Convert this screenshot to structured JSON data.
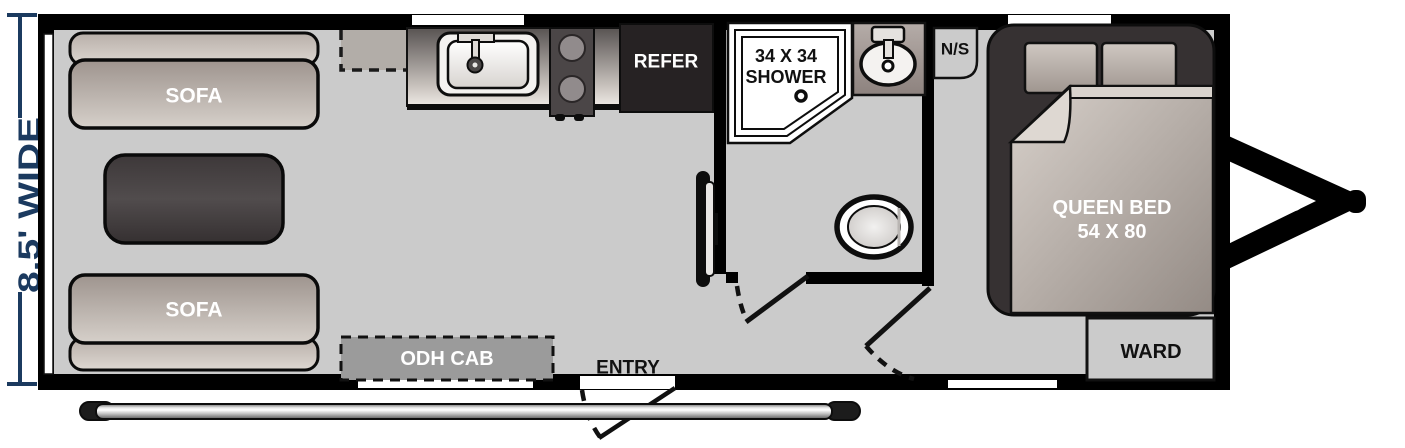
{
  "floorplan": {
    "dimension_label": "8.5' WIDE",
    "labels": {
      "sofa_front": "SOFA",
      "sofa_rear": "SOFA",
      "odh_cab": "ODH CAB",
      "entry": "ENTRY",
      "refer": "REFER",
      "shower_size": "34 X 34",
      "shower": "SHOWER",
      "nightstand": "N/S",
      "bed_line1": "QUEEN BED",
      "bed_line2": "54 X 80",
      "wardrobe": "WARD"
    },
    "colors": {
      "dimension_text": "#1b3a5f",
      "floor": "#cbcbcb",
      "wall": "#000000",
      "cabinet_gray": "#9b9b9b",
      "label_light": "#ffffff",
      "label_dark": "#111111"
    }
  }
}
